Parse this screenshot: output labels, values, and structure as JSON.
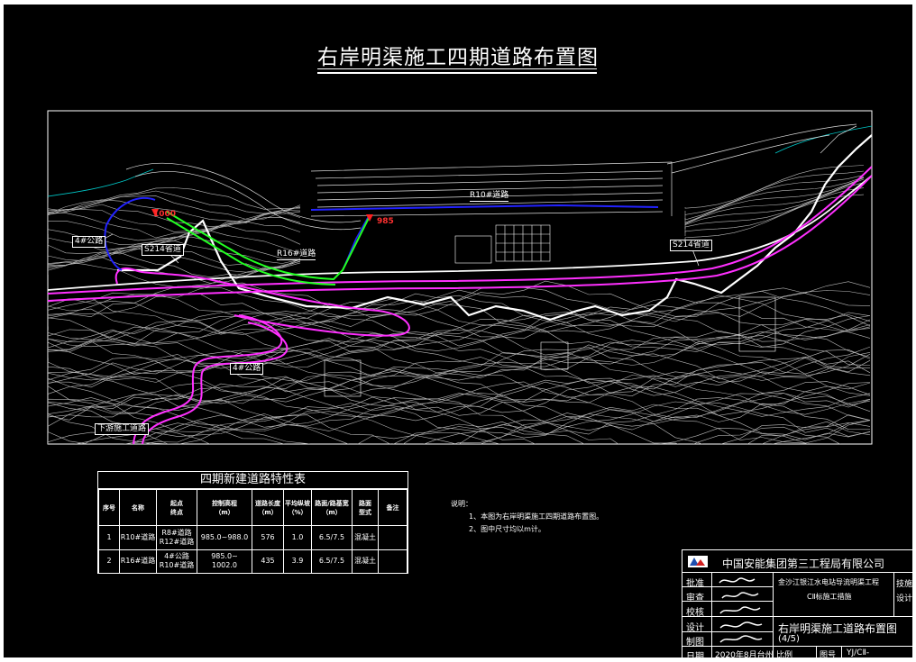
{
  "title": "右岸明渠施工四期道路布置图",
  "map_labels": {
    "road_r10": "R10#道路",
    "road_r16": "R16#道路",
    "road_s214_left": "S214省道",
    "road_s214_right": "S214省道",
    "road_4_upper": "4#公路",
    "road_4_lower": "4#公路",
    "road_bottom": "下游施工道路",
    "elev_left": "1000",
    "elev_right": "985"
  },
  "table": {
    "title": "四期新建道路特性表",
    "headers": [
      "序号",
      "名称",
      "起点\n终点",
      "控制高程\n（m）",
      "道路长度\n（m）",
      "平均纵坡\n（%）",
      "路面/路基宽\n（m）",
      "路面\n型式",
      "备注"
    ],
    "rows": [
      [
        "1",
        "R10#道路",
        "R8#道路\nR12#道路",
        "985.0~988.0",
        "576",
        "1.0",
        "6.5/7.5",
        "混凝土",
        ""
      ],
      [
        "2",
        "R16#道路",
        "4#公路\nR10#道路",
        "985.0~\n1002.0",
        "435",
        "3.9",
        "6.5/7.5",
        "混凝土",
        ""
      ]
    ]
  },
  "notes": {
    "heading": "说明：",
    "items": [
      "1、本图为右岸明渠施工四期道路布置图。",
      "2、图中尺寸均以m计。"
    ]
  },
  "title_block": {
    "company": "中国安能集团第三工程局有限公司",
    "project_line1": "金沙江银江水电站导流明渠工程",
    "project_line2": "CⅡ标施工措施",
    "stage_label": "技施",
    "stage_label2": "设计",
    "row_labels": [
      "批准",
      "审查",
      "校核",
      "设计",
      "制图"
    ],
    "drawing_title": "右岸明渠施工道路布置图",
    "sheet": "(4/5)",
    "date_label": "日期",
    "date_value": "2020年8月台州",
    "scale_label": "比例",
    "number_label": "图号",
    "number_value": "YJ/CⅡ-"
  },
  "colors": {
    "background": "#000000",
    "contour": "#b8b8b8",
    "boundary": "#ffffff",
    "road_s214": "#ff30ff",
    "road_r10": "#2222ff",
    "road_r16": "#22ff22",
    "marker": "#ff2020",
    "river_edge": "#00c8c8"
  }
}
